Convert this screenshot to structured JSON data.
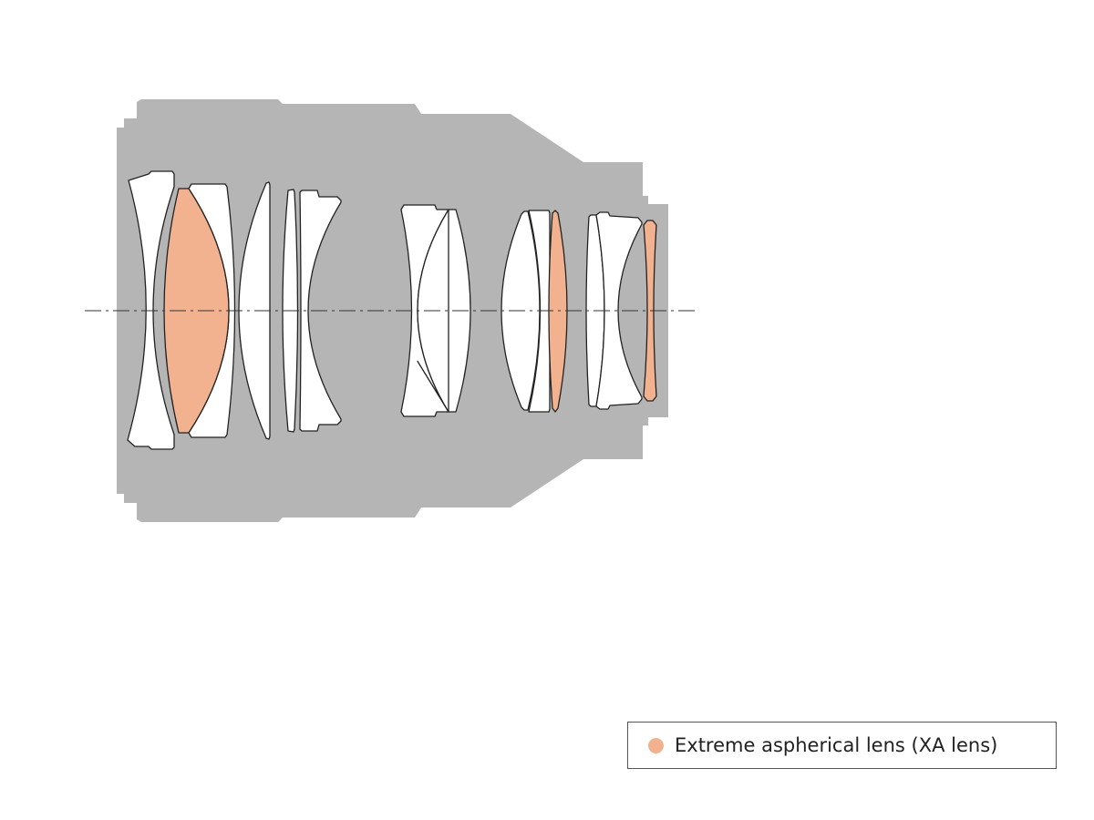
{
  "colors": {
    "barrel": "#b5b5b5",
    "xa_lens": "#f2b290",
    "lens": "#ffffff",
    "outline": "#222222"
  },
  "diagram": {
    "lens_elements": [
      {
        "name": "element-1",
        "type": "normal"
      },
      {
        "name": "element-2",
        "type": "xa"
      },
      {
        "name": "element-3",
        "type": "normal"
      },
      {
        "name": "element-4",
        "type": "normal"
      },
      {
        "name": "element-5",
        "type": "normal"
      },
      {
        "name": "element-6",
        "type": "normal"
      },
      {
        "name": "element-7",
        "type": "normal"
      },
      {
        "name": "element-8",
        "type": "normal"
      },
      {
        "name": "element-9",
        "type": "normal"
      },
      {
        "name": "element-10",
        "type": "normal"
      },
      {
        "name": "element-11",
        "type": "xa"
      },
      {
        "name": "element-12",
        "type": "normal"
      },
      {
        "name": "element-13",
        "type": "normal"
      },
      {
        "name": "element-14",
        "type": "xa"
      }
    ]
  },
  "legend": {
    "items": [
      {
        "label": "Extreme aspherical lens (XA lens)",
        "color": "#f2b290"
      }
    ]
  }
}
